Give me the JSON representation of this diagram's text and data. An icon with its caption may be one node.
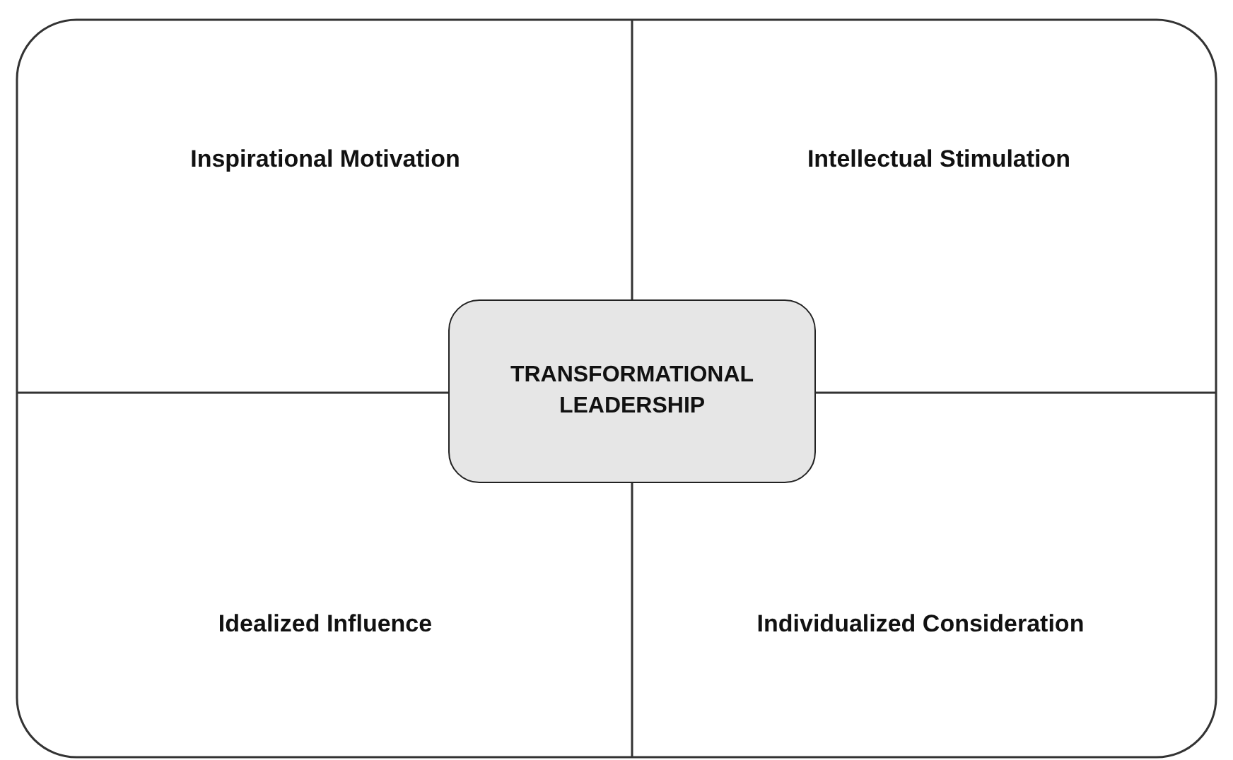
{
  "diagram": {
    "nodes": [
      {
        "text": [
          "TRANSFORMATIONAL LEADERSHIP"
        ]
      }
    ],
    "edges": [],
    "labels": [
      "Inspirational Motivation",
      "Intellectual Stimulation",
      "Idealized Influence",
      "Individualized Consideration"
    ]
  }
}
